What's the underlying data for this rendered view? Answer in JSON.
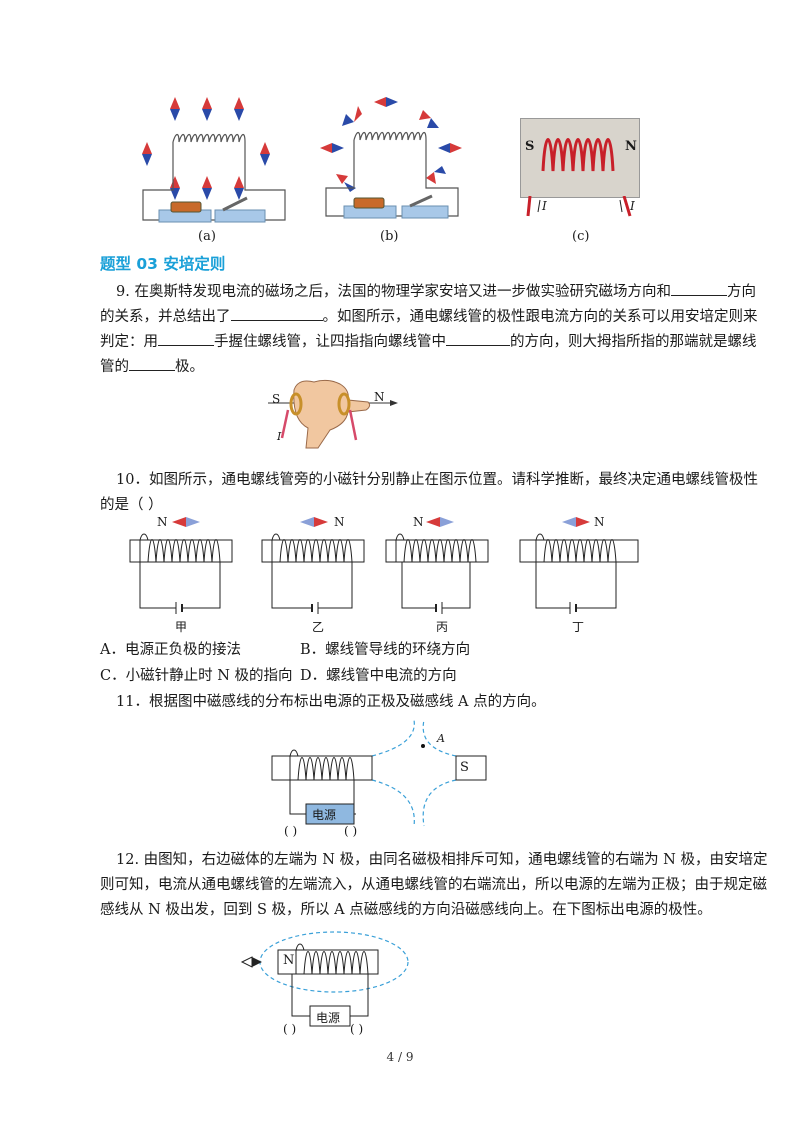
{
  "figures_top": {
    "a_caption": "(a)",
    "b_caption": "(b)",
    "c_caption": "(c)",
    "c_label_s": "S",
    "c_label_n": "N",
    "c_label_i": "I"
  },
  "section_heading": "题型 03  安培定则",
  "q9": {
    "line1a": "9. 在奥斯特发现电流的磁场之后，法国的物理学家安培又进一步做实验研究磁场方向和",
    "line1b": "方向",
    "line2a": "的关系，并总结出了",
    "line2b": "。如图所示，通电螺线管的极性跟电流方向的关系可以用安培定则来",
    "line3a": "判定：用",
    "line3b": "手握住螺线管，让四指指向螺线管中",
    "line3c": "的方向，则大拇指所指的那端就是螺线",
    "line4a": "管的",
    "line4b": "极。",
    "fig_s": "S",
    "fig_n": "N",
    "fig_i": "I"
  },
  "q10": {
    "line1": "10．如图所示，通电螺线管旁的小磁针分别静止在图示位置。请科学推断，最终决定通电螺线管极性",
    "line2": "的是（      ）",
    "needle_label": "N",
    "fig_labels": [
      "甲",
      "乙",
      "丙",
      "丁"
    ],
    "options": {
      "a": "A．电源正负极的接法",
      "b": "B．螺线管导线的环绕方向",
      "c": "C．小磁针静止时 N 极的指向",
      "d": "D．螺线管中电流的方向"
    }
  },
  "q11": {
    "text": "11．根据图中磁感线的分布标出电源的正极及磁感线 A 点的方向。",
    "point_label": "A",
    "magnet_label": "S",
    "power_label": "电源",
    "paren_left": "( )",
    "paren_right": "( )"
  },
  "q12": {
    "line1": "12. 由图知，右边磁体的左端为 N 极，由同名磁极相排斥可知，通电螺线管的右端为 N 极，由安培定",
    "line2": "则可知，电流从通电螺线管的左端流入，从通电螺线管的右端流出，所以电源的左端为正极；由于规定磁",
    "line3": "感线从 N 极出发，回到 S 极，所以 A 点磁感线的方向沿磁感线向上。在下图标出电源的极性。",
    "coil_label": "N",
    "power_label": "电源",
    "paren_left": "( )",
    "paren_right": "( )"
  },
  "footer": {
    "page": "4 / 9"
  },
  "colors": {
    "heading": "#1aa0d8",
    "needle_red": "#d63a3a",
    "needle_blue": "#2a4aa8",
    "field_line": "#3aa0d8",
    "power_box": "#8fb8e0"
  }
}
